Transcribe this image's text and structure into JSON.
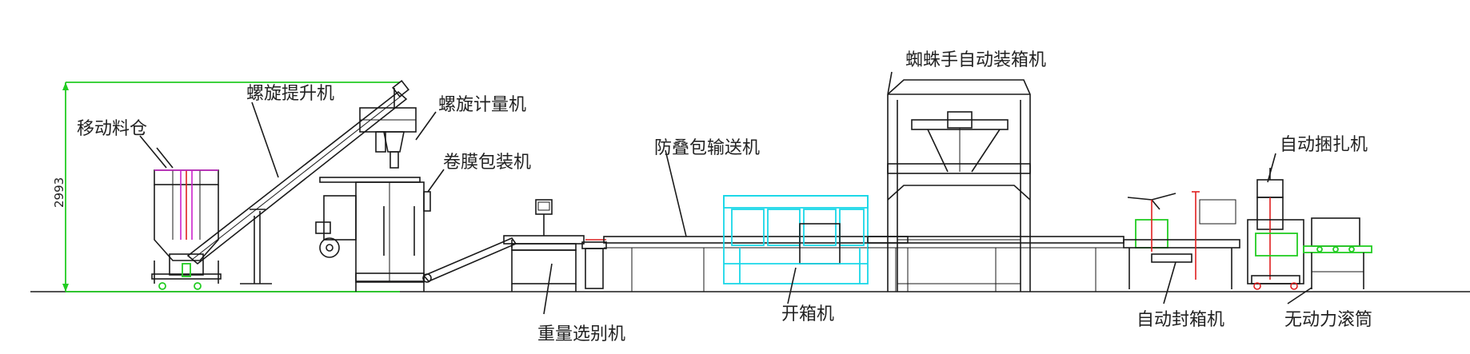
{
  "diagram": {
    "labels": {
      "mobile_bin": "移动料仓",
      "screw_elevator": "螺旋提升机",
      "auger_filler": "螺旋计量机",
      "film_packer": "卷膜包装机",
      "checkweigher": "重量选别机",
      "anti_stack_conveyor": "防叠包输送机",
      "case_erector": "开箱机",
      "robot_case_packer": "蜘蛛手自动装箱机",
      "case_sealer": "自动封箱机",
      "strapping_machine": "自动捆扎机",
      "roller_conveyor": "无动力滚筒"
    },
    "dimension": "2993"
  },
  "colors": {
    "line": "#1a1a1a",
    "case_erector": "#19d7e8",
    "dimension": "#22cc22",
    "highlight": "#e02020",
    "accent": "#cc22cc"
  }
}
